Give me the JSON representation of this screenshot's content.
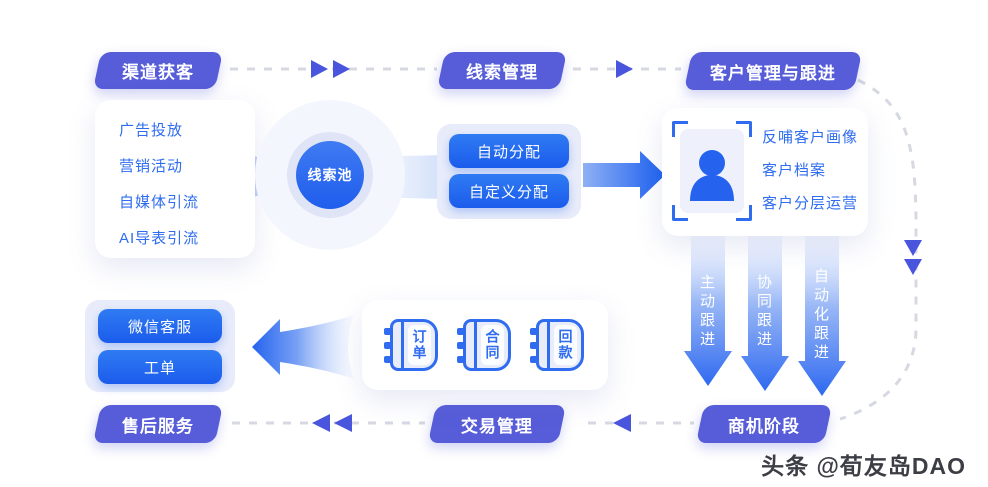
{
  "stages": {
    "channel": {
      "label": "渠道获客"
    },
    "leads": {
      "label": "线索管理"
    },
    "customer": {
      "label": "客户管理与跟进"
    },
    "opportunity": {
      "label": "商机阶段"
    },
    "trade": {
      "label": "交易管理"
    },
    "aftersales": {
      "label": "售后服务"
    }
  },
  "channel_sources": {
    "items": [
      "广告投放",
      "营销活动",
      "自媒体引流",
      "AI导表引流"
    ]
  },
  "lead_pool": {
    "label": "线索池"
  },
  "allocation": {
    "auto": "自动分配",
    "custom": "自定义分配"
  },
  "customer_ops": {
    "items": [
      "反哺客户画像",
      "客户档案",
      "客户分层运营"
    ]
  },
  "followup": {
    "arrows": [
      "主动跟进",
      "协同跟进",
      "自动化跟进"
    ]
  },
  "trade_docs": {
    "items": [
      "订单",
      "合同",
      "回款"
    ]
  },
  "aftersales_tools": {
    "buttons": [
      "微信客服",
      "工单"
    ]
  },
  "watermark": {
    "text": "头条 @荀友岛DAO"
  },
  "colors": {
    "banner_purple": "#575dd8",
    "primary_blue": "#1f63ee",
    "text_blue": "#2e6cf0",
    "panel_lavender": "#e8ecfa",
    "dash_gray": "#d6d8e2",
    "triangle_indigo": "#4a55dd"
  }
}
